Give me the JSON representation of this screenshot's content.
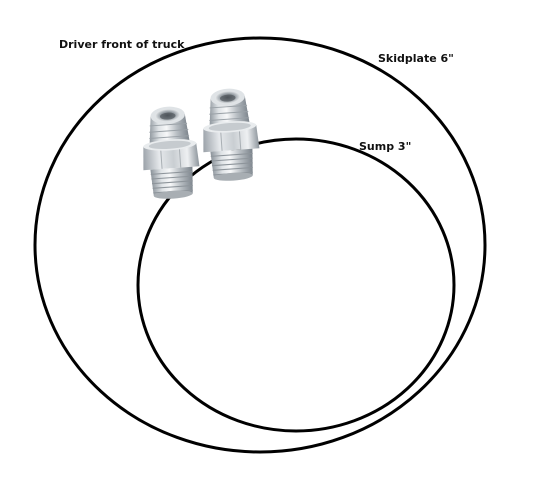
{
  "labels": {
    "driver_front": "Driver front of truck",
    "skidplate": "Skidplate 6\"",
    "sump": "Sump 3\""
  },
  "colors": {
    "outline": "#000000",
    "fitting_light": "#eef1f3",
    "fitting_mid": "#b9bfc4",
    "fitting_dark": "#7d858c",
    "background": "#ffffff"
  },
  "parts": {
    "fittings": [
      {
        "name": "an-fitting-left"
      },
      {
        "name": "an-fitting-right"
      }
    ]
  }
}
